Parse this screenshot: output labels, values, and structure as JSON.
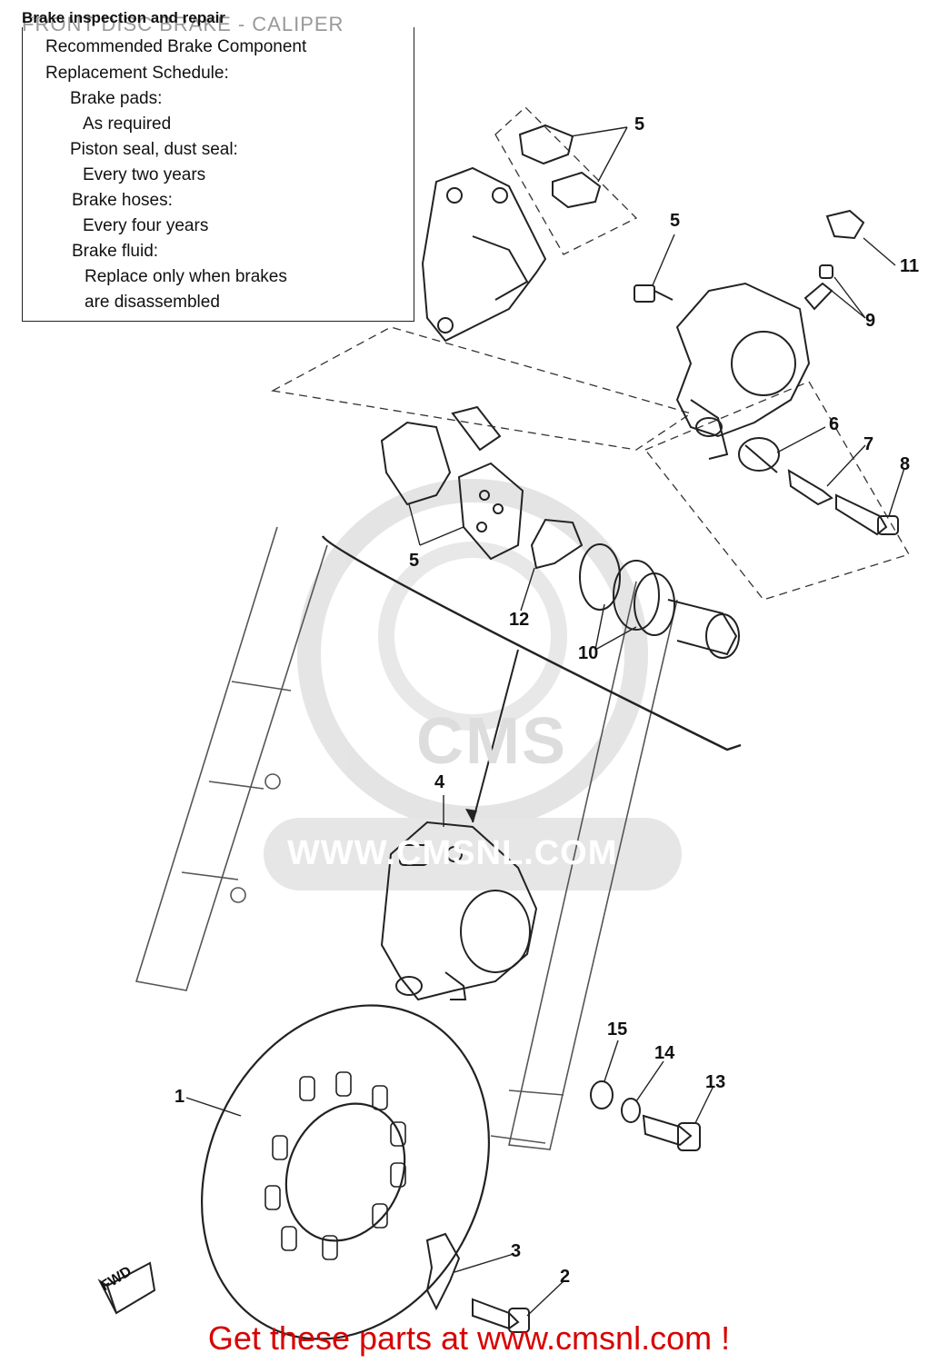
{
  "title": "FRONT DISC BRAKE - CALIPER",
  "inspection_box": {
    "heading": "Brake inspection and repair",
    "lines": [
      "Recommended Brake Component",
      "Replacement Schedule:",
      "Brake pads:",
      "As required",
      "Piston seal, dust seal:",
      "Every two years",
      "Brake hoses:",
      "Every four years",
      "Brake fluid:",
      "Replace only when brakes",
      "are disassembled"
    ]
  },
  "callouts": [
    "5",
    "5",
    "11",
    "9",
    "6",
    "7",
    "8",
    "5",
    "12",
    "10",
    "4",
    "15",
    "14",
    "13",
    "1",
    "3",
    "2"
  ],
  "direction_label": "FWD",
  "watermark": {
    "brand": "CMS",
    "url": "WWW.CMSNL.COM"
  },
  "footer": "Get these parts at www.cmsnl.com !",
  "colors": {
    "footer_text": "#d80000",
    "line_art": "#111111",
    "watermark": "#d9d9d9"
  }
}
